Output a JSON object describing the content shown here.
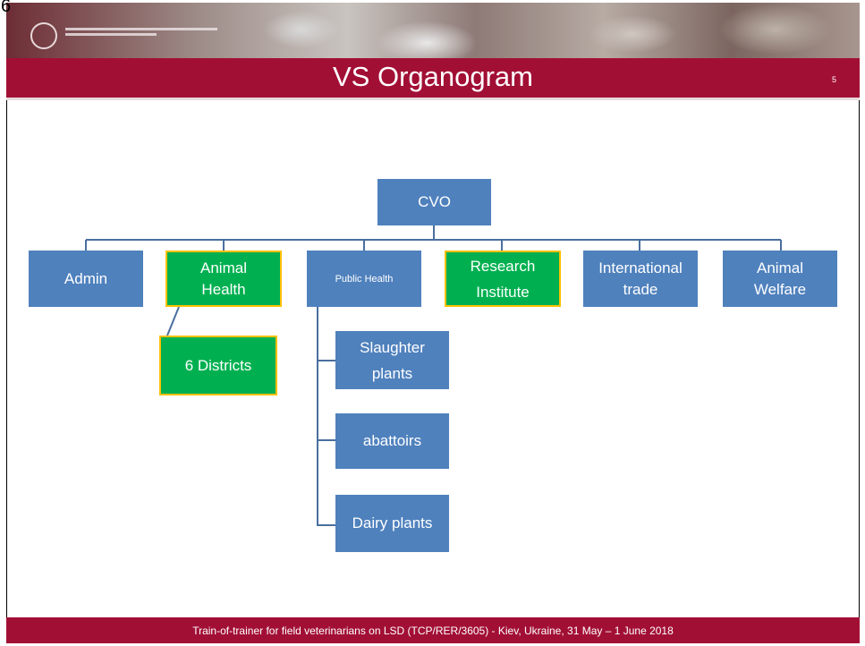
{
  "page_number_corner": "6",
  "title": "VS Organogram",
  "slide_number": "5",
  "footer": "Train-of-trainer for field veterinarians on LSD (TCP/RER/3605) - Kiev, Ukraine, 31 May – 1 June 2018",
  "colors": {
    "banner": "#a20f35",
    "box_blue": "#4f81bd",
    "box_green": "#00b050",
    "highlight_border": "#ffc000",
    "connector": "#4a6f9e"
  },
  "organogram": {
    "root": "CVO",
    "departments": {
      "admin": "Admin",
      "animal_health": "Animal Health",
      "public_health": "Public Health",
      "research_institute": "Research Institute",
      "international_trade": "International trade",
      "animal_welfare": "Animal Welfare"
    },
    "animal_health_children": [
      "6 Districts"
    ],
    "public_health_children": [
      "Slaughter plants",
      "abattoirs",
      "Dairy plants"
    ]
  }
}
